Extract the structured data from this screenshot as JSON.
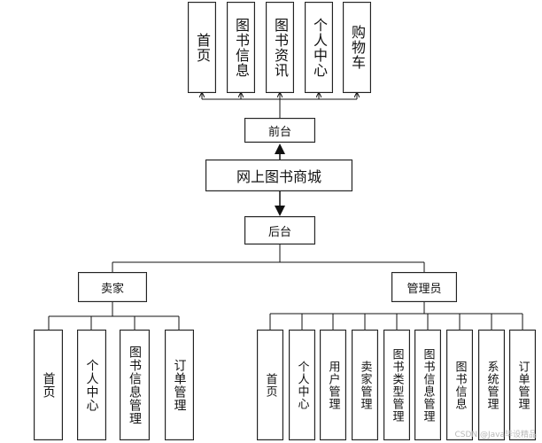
{
  "frontend": {
    "label": "前台",
    "pages": [
      "首页",
      "图书信息",
      "图书资讯",
      "个人中心",
      "购物车"
    ]
  },
  "root": {
    "label": "网上图书商城"
  },
  "backend": {
    "label": "后台",
    "seller": {
      "label": "卖家",
      "pages": [
        "首页",
        "个人中心",
        "图书信息管理",
        "订单管理"
      ]
    },
    "admin": {
      "label": "管理员",
      "pages": [
        "首页",
        "个人中心",
        "用户管理",
        "卖家管理",
        "图书类型管理",
        "图书信息管理",
        "图书信息",
        "系统管理",
        "订单管理"
      ]
    }
  },
  "watermark": "CSDN @Java毕设精品"
}
